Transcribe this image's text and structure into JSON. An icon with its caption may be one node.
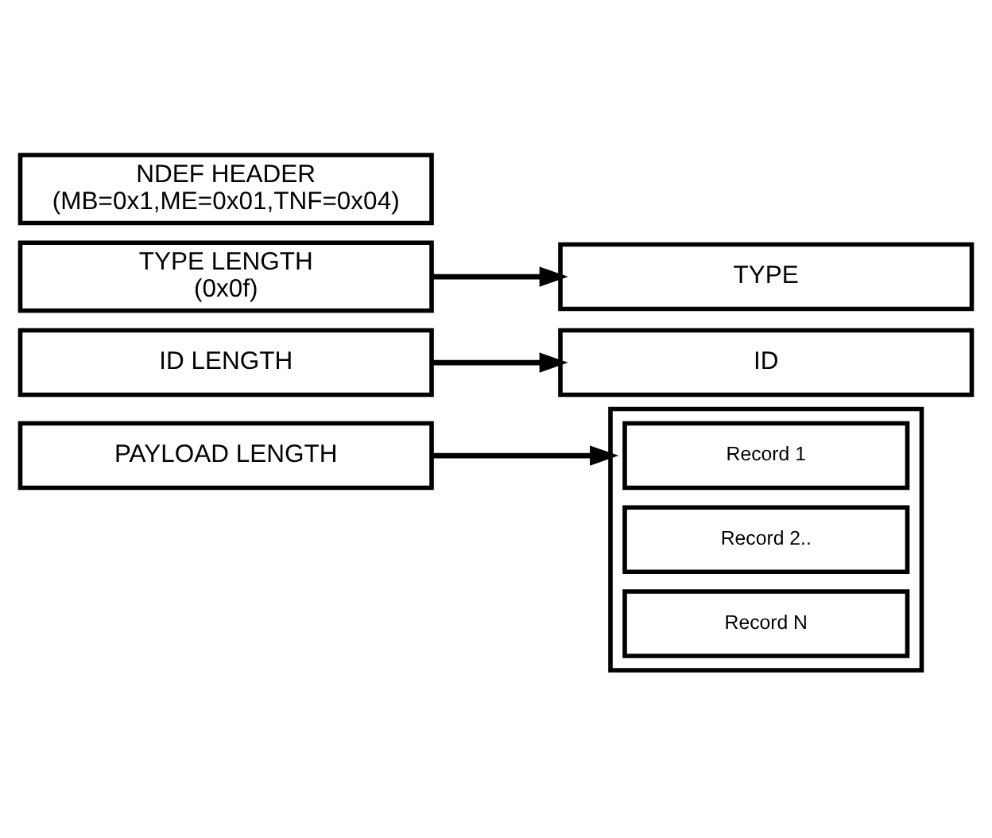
{
  "diagram": {
    "nodes": [
      {
        "text": [
          "NDEF HEADER",
          "(MB=0x1,ME=0x01,TNF=0x04)"
        ]
      },
      {
        "text": [
          "TYPE LENGTH",
          "(0x0f)"
        ]
      },
      {
        "text": [
          "PAYLOAD LENGTH"
        ]
      },
      {
        "text": [
          "ID LENGTH"
        ]
      },
      {
        "text": [
          "TYPE"
        ]
      },
      {
        "text": [
          "ID"
        ]
      },
      {
        "text": [],
        "shape": "box"
      },
      {
        "text": [
          "Record 1"
        ],
        "in": 6
      },
      {
        "text": [
          "Record 2.."
        ],
        "in": 6
      },
      {
        "text": [
          "Record N"
        ],
        "in": 6
      }
    ],
    "edges": [
      {
        "from": 1,
        "to": 4,
        "arrow": "to"
      },
      {
        "from": 2,
        "to": 6,
        "arrow": "to"
      },
      {
        "from": 3,
        "to": 5,
        "arrow": "to"
      }
    ]
  }
}
